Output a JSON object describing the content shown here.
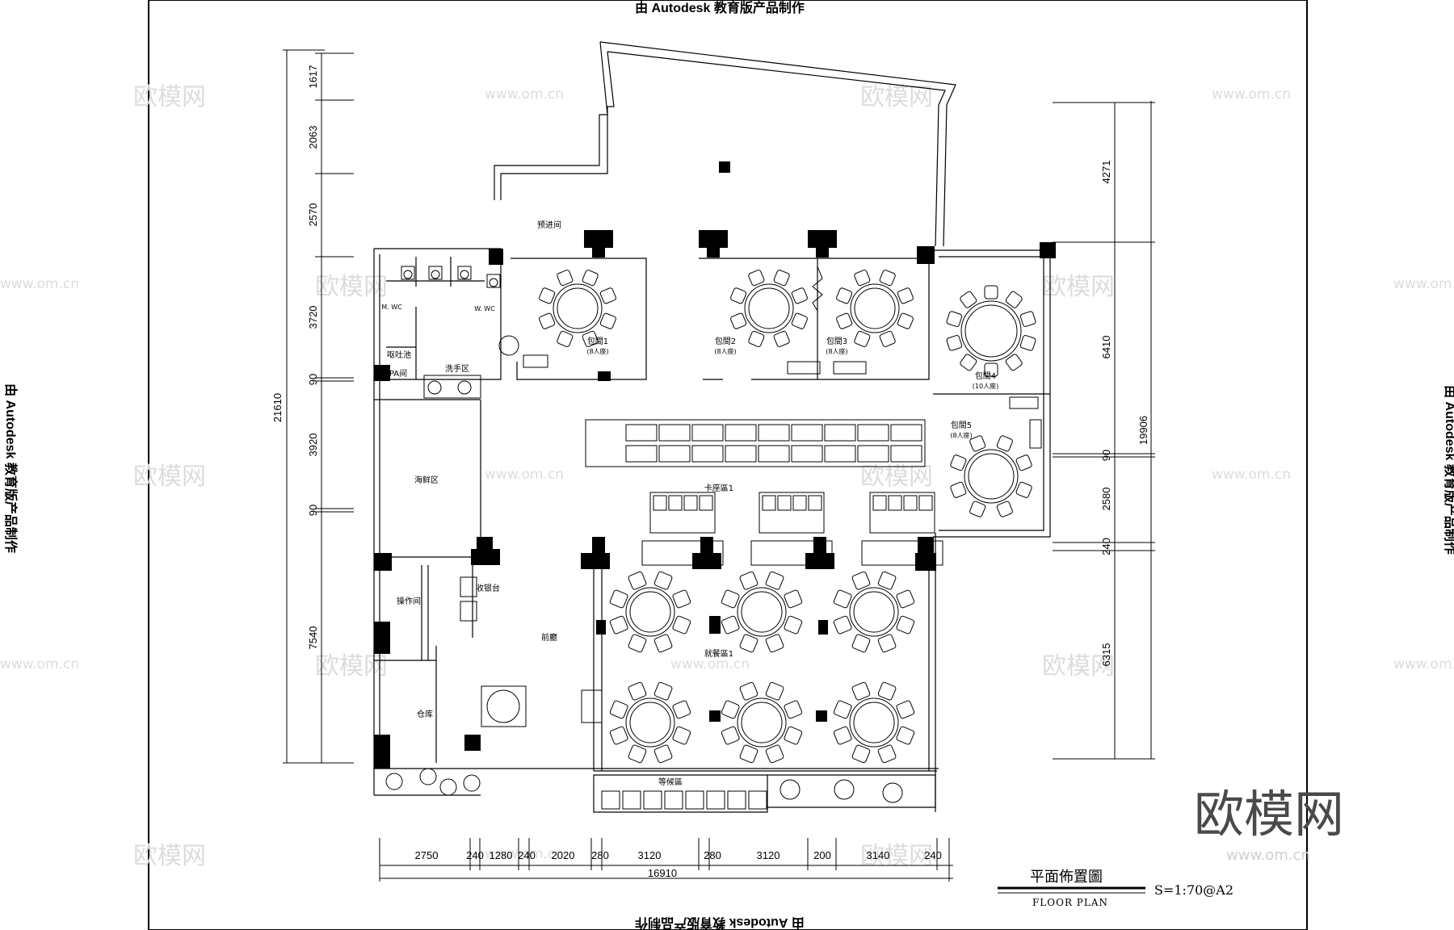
{
  "stamp": "由 Autodesk 教育版产品制作",
  "watermark": {
    "cn": "欧模网",
    "url": "www.om.cn"
  },
  "brand": {
    "logo": "欧模网",
    "url": "www.om.cn"
  },
  "title_block": {
    "title": "平面佈置圖",
    "subtitle": "FLOOR PLAN",
    "scale": "S=1:70@A2"
  },
  "dims_left": {
    "total": "21610",
    "segments": [
      "1617",
      "2063",
      "2570",
      "3720",
      "90",
      "3920",
      "90",
      "7540"
    ]
  },
  "dims_right": {
    "total": "19906",
    "segments": [
      "4271",
      "6410",
      "90",
      "2580",
      "240",
      "6315"
    ]
  },
  "dims_bottom": {
    "total": "16910",
    "segments": [
      "2750",
      "240",
      "1280",
      "240",
      "2020",
      "280",
      "3120",
      "280",
      "3120",
      "200",
      "3140",
      "240"
    ]
  },
  "rooms": {
    "entry": "预进间",
    "mwc": "M. WC",
    "wwc": "W. WC",
    "spittoon": "呕吐池",
    "pa": "PA间",
    "handwash": "洗手区",
    "seafood": "海鲜区",
    "operation": "操作间",
    "cashier": "收银台",
    "front_hall": "前廳",
    "storage": "仓库",
    "booth": "卡座區1",
    "dining": "就餐區1",
    "waiting": "等候區",
    "pr1": "包間1",
    "pr1_note": "(8人座)",
    "pr2": "包間2",
    "pr2_note": "(8人座)",
    "pr3": "包間3",
    "pr3_note": "(8人座)",
    "pr4": "包間4",
    "pr4_note": "(10人座)",
    "pr5": "包間5",
    "pr5_note": "(8人座)"
  }
}
